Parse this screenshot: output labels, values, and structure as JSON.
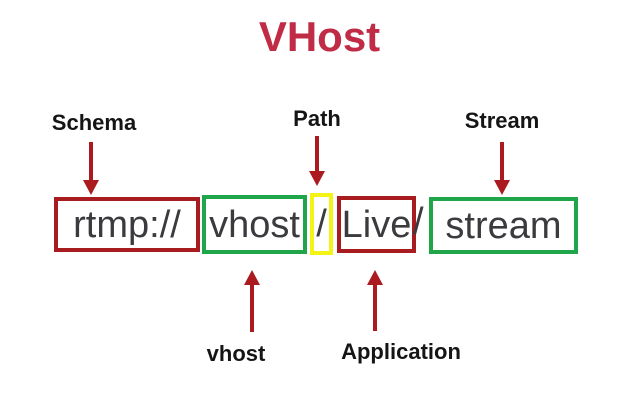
{
  "title": "VHost",
  "annotations": {
    "schema": "Schema",
    "path": "Path",
    "stream": "Stream",
    "vhost": "vhost",
    "application": "Application"
  },
  "url": {
    "schema_segment": "rtmp://",
    "vhost_segment": "vhost",
    "path_separator": "/",
    "application_segment": "Live",
    "stream_separator": "/",
    "stream_segment": "stream"
  },
  "colors": {
    "title_red": "#C02B45",
    "arrow_red": "#AB1A1F",
    "box_dark_red": "#A81B1F",
    "box_green": "#1FA64A",
    "box_yellow": "#F5F217",
    "url_text": "#3B3B3F",
    "label_text": "#151515",
    "background": "#FFFFFF"
  }
}
